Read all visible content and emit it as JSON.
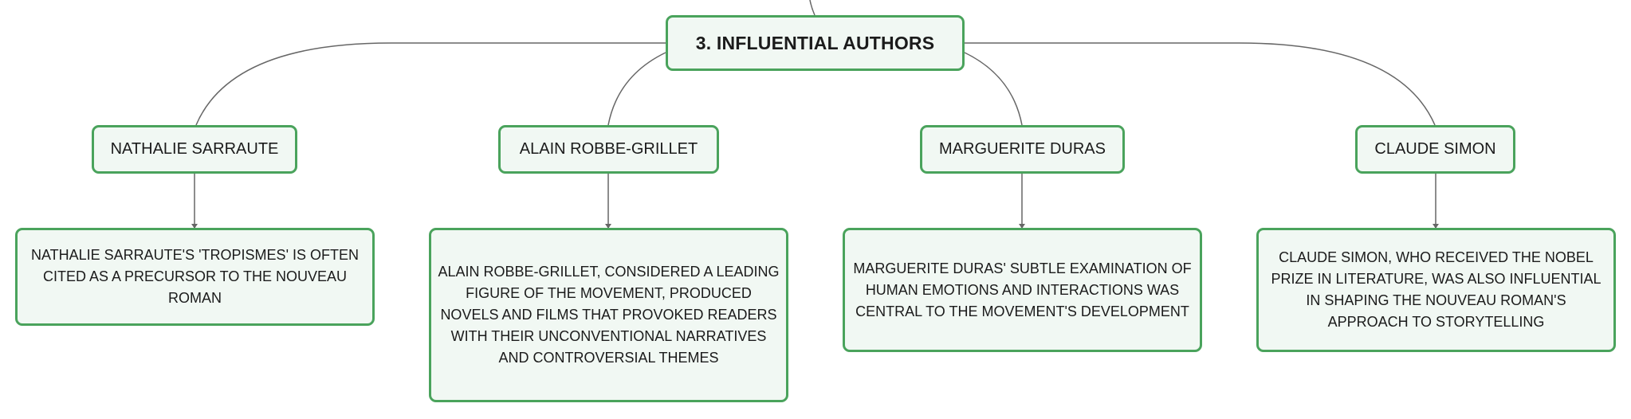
{
  "diagram": {
    "root": {
      "label": "3. INFLUENTIAL AUTHORS"
    },
    "authors": [
      {
        "name": "NATHALIE SARRAUTE",
        "description": "NATHALIE SARRAUTE'S 'TROPISMES' IS OFTEN CITED AS A PRECURSOR TO THE NOUVEAU ROMAN"
      },
      {
        "name": "ALAIN ROBBE-GRILLET",
        "description": "ALAIN ROBBE-GRILLET, CONSIDERED A LEADING FIGURE OF THE MOVEMENT, PRODUCED NOVELS AND FILMS THAT PROVOKED READERS WITH THEIR UNCONVENTIONAL NARRATIVES AND CONTROVERSIAL THEMES"
      },
      {
        "name": "MARGUERITE DURAS",
        "description": "MARGUERITE DURAS' SUBTLE EXAMINATION OF HUMAN EMOTIONS AND INTERACTIONS WAS CENTRAL TO THE MOVEMENT'S DEVELOPMENT"
      },
      {
        "name": "CLAUDE SIMON",
        "description": "CLAUDE SIMON, WHO RECEIVED THE NOBEL PRIZE IN LITERATURE, WAS ALSO INFLUENTIAL IN SHAPING THE NOUVEAU ROMAN'S APPROACH TO STORYTELLING"
      }
    ]
  },
  "colors": {
    "node_border": "#4aa35c",
    "node_fill": "#f1f8f3",
    "connector": "#666666",
    "text": "#1b1b1b"
  }
}
